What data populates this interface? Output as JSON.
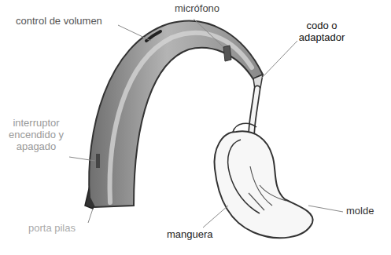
{
  "diagram": {
    "labels": [
      "control de volumen",
      "micrófono",
      "codo o adaptador",
      "interruptor encendido y apagado",
      "molde",
      "porta pilas",
      "manguera"
    ]
  }
}
